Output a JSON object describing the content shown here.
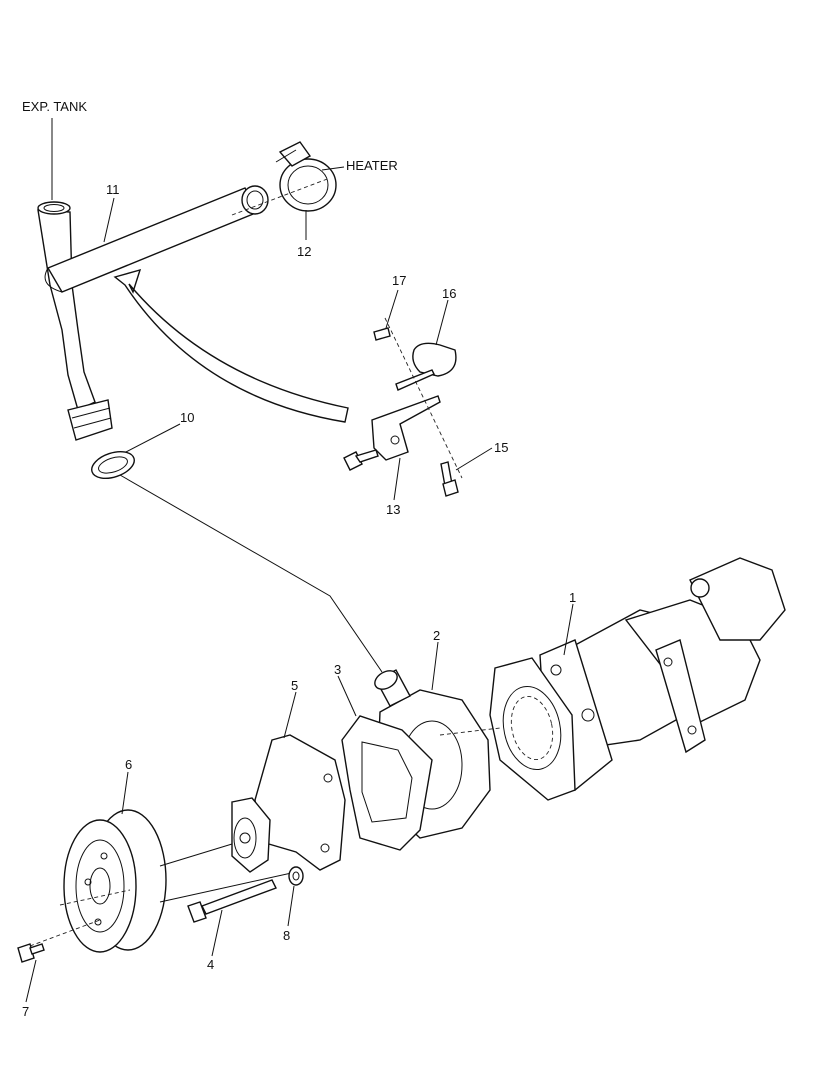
{
  "labels": {
    "exp_tank": "EXP. TANK",
    "heater": "HEATER"
  },
  "callouts": {
    "c1": "1",
    "c2": "2",
    "c3": "3",
    "c4": "4",
    "c5": "5",
    "c6": "6",
    "c7": "7",
    "c8": "8",
    "c10": "10",
    "c11": "11",
    "c12": "12",
    "c13": "13",
    "c15": "15",
    "c16": "16",
    "c17": "17"
  }
}
